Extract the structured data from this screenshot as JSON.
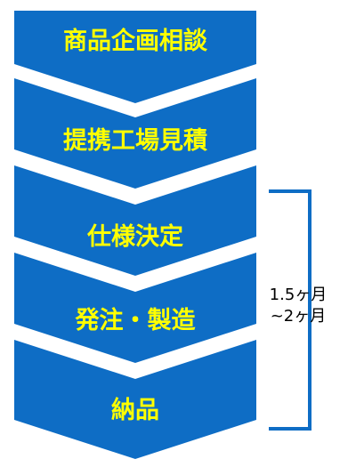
{
  "steps": [
    {
      "label": "商品企画相談"
    },
    {
      "label": "提携工場見積"
    },
    {
      "label": "仕様決定"
    },
    {
      "label": "発注・製造"
    },
    {
      "label": "納品"
    }
  ],
  "duration": {
    "line1": "1.5ヶ月",
    "line2": "~2ヶ月"
  },
  "colors": {
    "step_fill": "#0E6DC5",
    "label_text": "#FFFF00",
    "bracket": "#0E6DC5",
    "duration_text": "#000000",
    "background": "#FFFFFF"
  }
}
